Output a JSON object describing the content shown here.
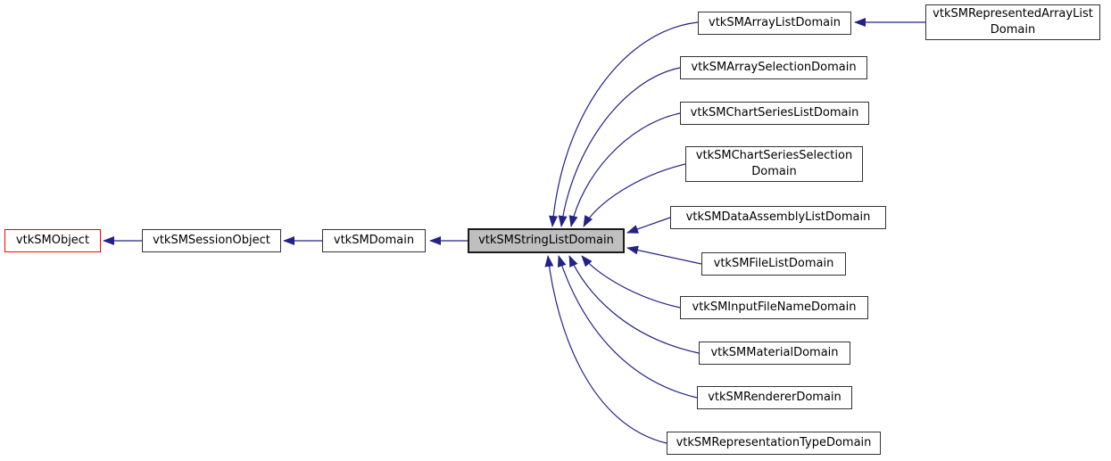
{
  "diagram": {
    "type": "class-inheritance-graph",
    "highlight_node": "vtkSMStringListDomain",
    "colors": {
      "edge": "#232287",
      "highlight_fill": "#bfbfbf",
      "alert_border": "#ff0000",
      "node_border": "#333333",
      "background": "#ffffff"
    },
    "nodes": [
      {
        "label": "vtkSMObject"
      },
      {
        "label": "vtkSMSessionObject"
      },
      {
        "label": "vtkSMDomain"
      },
      {
        "label": "vtkSMStringListDomain"
      },
      {
        "label": "vtkSMArrayListDomain"
      },
      {
        "label": "vtkSMRepresentedArrayList Domain"
      },
      {
        "label": "vtkSMArraySelectionDomain"
      },
      {
        "label": "vtkSMChartSeriesListDomain"
      },
      {
        "label": "vtkSMChartSeriesSelection Domain"
      },
      {
        "label": "vtkSMDataAssemblyListDomain"
      },
      {
        "label": "vtkSMFileListDomain"
      },
      {
        "label": "vtkSMInputFileNameDomain"
      },
      {
        "label": "vtkSMMaterialDomain"
      },
      {
        "label": "vtkSMRendererDomain"
      },
      {
        "label": "vtkSMRepresentationTypeDomain"
      }
    ],
    "edges": [
      {
        "from": "vtkSMSessionObject",
        "to": "vtkSMObject"
      },
      {
        "from": "vtkSMDomain",
        "to": "vtkSMSessionObject"
      },
      {
        "from": "vtkSMStringListDomain",
        "to": "vtkSMDomain"
      },
      {
        "from": "vtkSMArrayListDomain",
        "to": "vtkSMStringListDomain"
      },
      {
        "from": "vtkSMRepresentedArrayListDomain",
        "to": "vtkSMArrayListDomain"
      },
      {
        "from": "vtkSMArraySelectionDomain",
        "to": "vtkSMStringListDomain"
      },
      {
        "from": "vtkSMChartSeriesListDomain",
        "to": "vtkSMStringListDomain"
      },
      {
        "from": "vtkSMChartSeriesSelectionDomain",
        "to": "vtkSMStringListDomain"
      },
      {
        "from": "vtkSMDataAssemblyListDomain",
        "to": "vtkSMStringListDomain"
      },
      {
        "from": "vtkSMFileListDomain",
        "to": "vtkSMStringListDomain"
      },
      {
        "from": "vtkSMInputFileNameDomain",
        "to": "vtkSMStringListDomain"
      },
      {
        "from": "vtkSMMaterialDomain",
        "to": "vtkSMStringListDomain"
      },
      {
        "from": "vtkSMRendererDomain",
        "to": "vtkSMStringListDomain"
      },
      {
        "from": "vtkSMRepresentationTypeDomain",
        "to": "vtkSMStringListDomain"
      }
    ]
  }
}
